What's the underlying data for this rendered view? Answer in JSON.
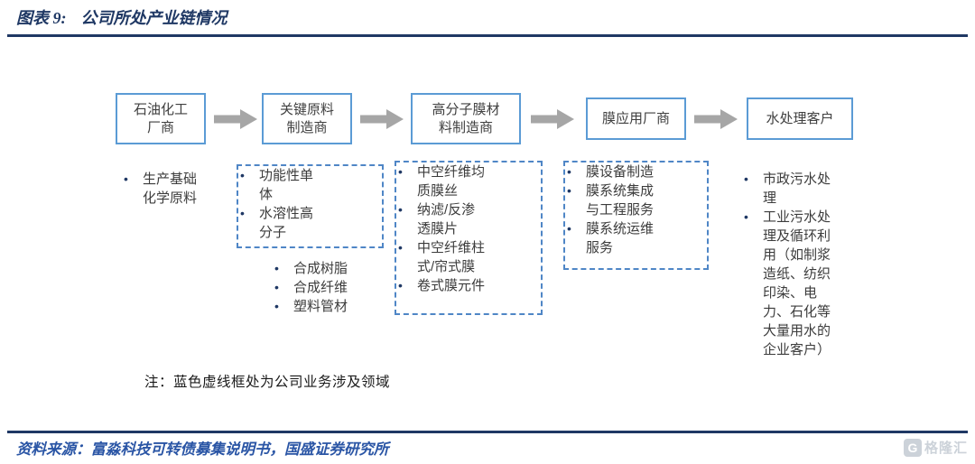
{
  "header": {
    "figure_label": "图表 9:",
    "title": "公司所处产业链情况"
  },
  "diagram": {
    "stages": [
      {
        "box": "石油化工厂商"
      },
      {
        "box": "关键原料制造商"
      },
      {
        "box": "高分子膜材料制造商"
      },
      {
        "box": "膜应用厂商"
      },
      {
        "box": "水处理客户"
      }
    ],
    "stage1_items": [
      "生产基础化学原料"
    ],
    "stage2_dashed_items": [
      "功能性单体",
      "水溶性高分子"
    ],
    "stage2_items": [
      "合成树脂",
      "合成纤维",
      "塑料管材"
    ],
    "stage3_dashed_items": [
      "中空纤维均质膜丝",
      "纳滤/反渗透膜片",
      "中空纤维柱式/帘式膜",
      "卷式膜元件"
    ],
    "stage4_dashed_items": [
      "膜设备制造",
      "膜系统集成与工程服务",
      "膜系统运维服务"
    ],
    "stage5_items": [
      "市政污水处理",
      "工业污水处理及循环利用（如制浆造纸、纺织印染、电力、石化等大量用水的企业客户）"
    ],
    "note": "注：蓝色虚线框处为公司业务涉及领域"
  },
  "footer": {
    "source": "资料来源：富淼科技可转债募集说明书，国盛证券研究所",
    "watermark_icon": "G",
    "watermark_text": "格隆汇"
  },
  "colors": {
    "accent_navy": "#1F3864",
    "box_border_blue": "#5B9BD5",
    "dashed_border_blue": "#4F86C6",
    "arrow_gray": "#A6A6A6",
    "source_blue": "#2A55A5"
  }
}
